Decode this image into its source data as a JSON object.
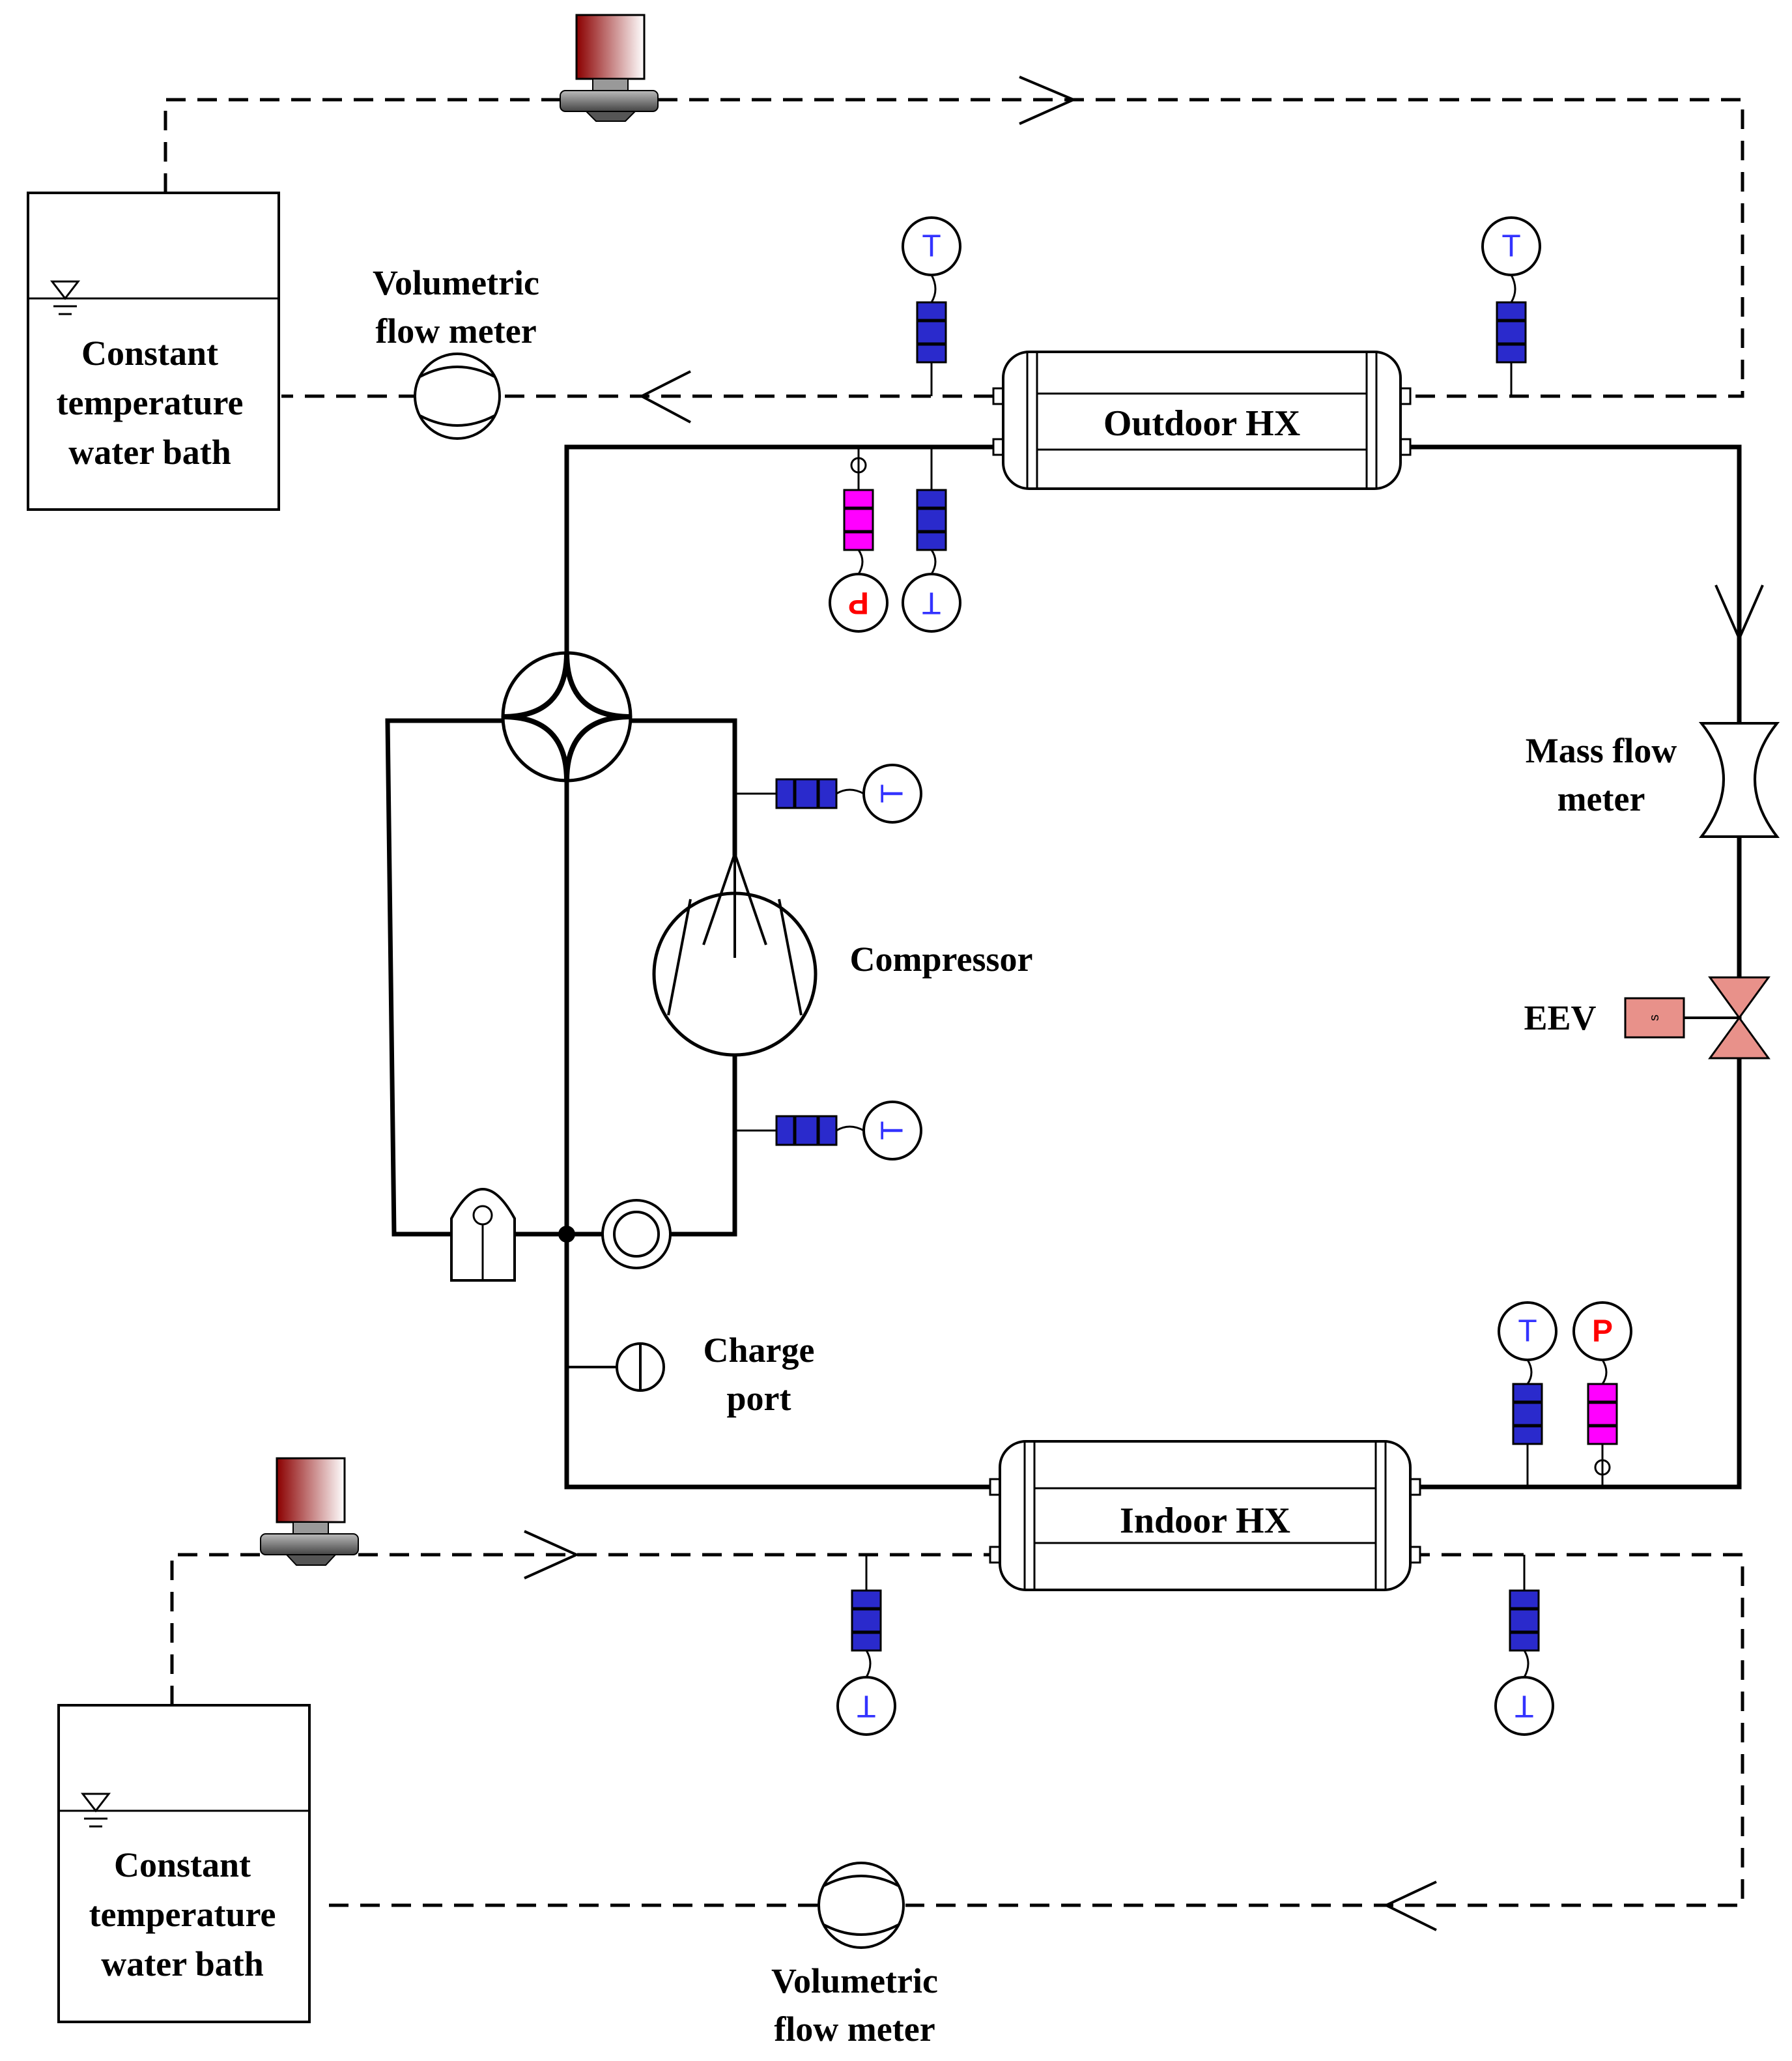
{
  "labels": {
    "bath_top": [
      "Constant",
      "temperature",
      "water bath"
    ],
    "bath_bottom": [
      "Constant",
      "temperature",
      "water bath"
    ],
    "vfm_top": [
      "Volumetric",
      "flow meter"
    ],
    "vfm_bottom": [
      "Volumetric",
      "flow meter"
    ],
    "outdoor_hx": "Outdoor HX",
    "indoor_hx": "Indoor HX",
    "compressor": "Compressor",
    "mass_flow": [
      "Mass flow",
      "meter"
    ],
    "eev": "EEV",
    "eev_box": "s",
    "charge_port": [
      "Charge",
      "port"
    ]
  },
  "sensor_symbols": {
    "temperature": "T",
    "pressure": "P"
  },
  "colors": {
    "temp_text": "#3333ff",
    "press_text": "#ff0000",
    "temp_sensor_body": "#2a2acc",
    "press_sensor_body": "#ff00ff",
    "eev_fill": "#e8918a",
    "pump_gradient_top": "#8b0000"
  }
}
